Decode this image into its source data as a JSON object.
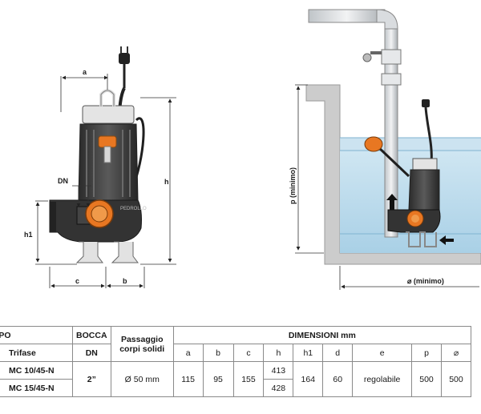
{
  "diagram": {
    "dims_left": {
      "a": "a",
      "b": "b",
      "c": "c",
      "dn": "DN",
      "h": "h",
      "h1": "h1"
    },
    "dims_right": {
      "p": "p  (minimo)",
      "diam": "⌀ (minimo)"
    },
    "brand": "PEDROLLO"
  },
  "table": {
    "header": {
      "tipo": "TIPO",
      "trifase": "Trifase",
      "bocca": "BOCCA",
      "dn": "DN",
      "passaggio": "Passaggio",
      "corpi": "corpi solidi",
      "dimensioni": "DIMENSIONI mm",
      "cols": [
        "a",
        "b",
        "c",
        "h",
        "h1",
        "d",
        "e",
        "p",
        "⌀"
      ]
    },
    "models": [
      "MC 10/45-N",
      "MC 15/45-N"
    ],
    "bocca_value": "2”",
    "passaggio_value": "Ø 50 mm",
    "a": "115",
    "b": "95",
    "c": "155",
    "h_values": [
      "413",
      "428"
    ],
    "h1": "164",
    "d": "60",
    "e": "regolabile",
    "p": "500",
    "diam": "500"
  }
}
